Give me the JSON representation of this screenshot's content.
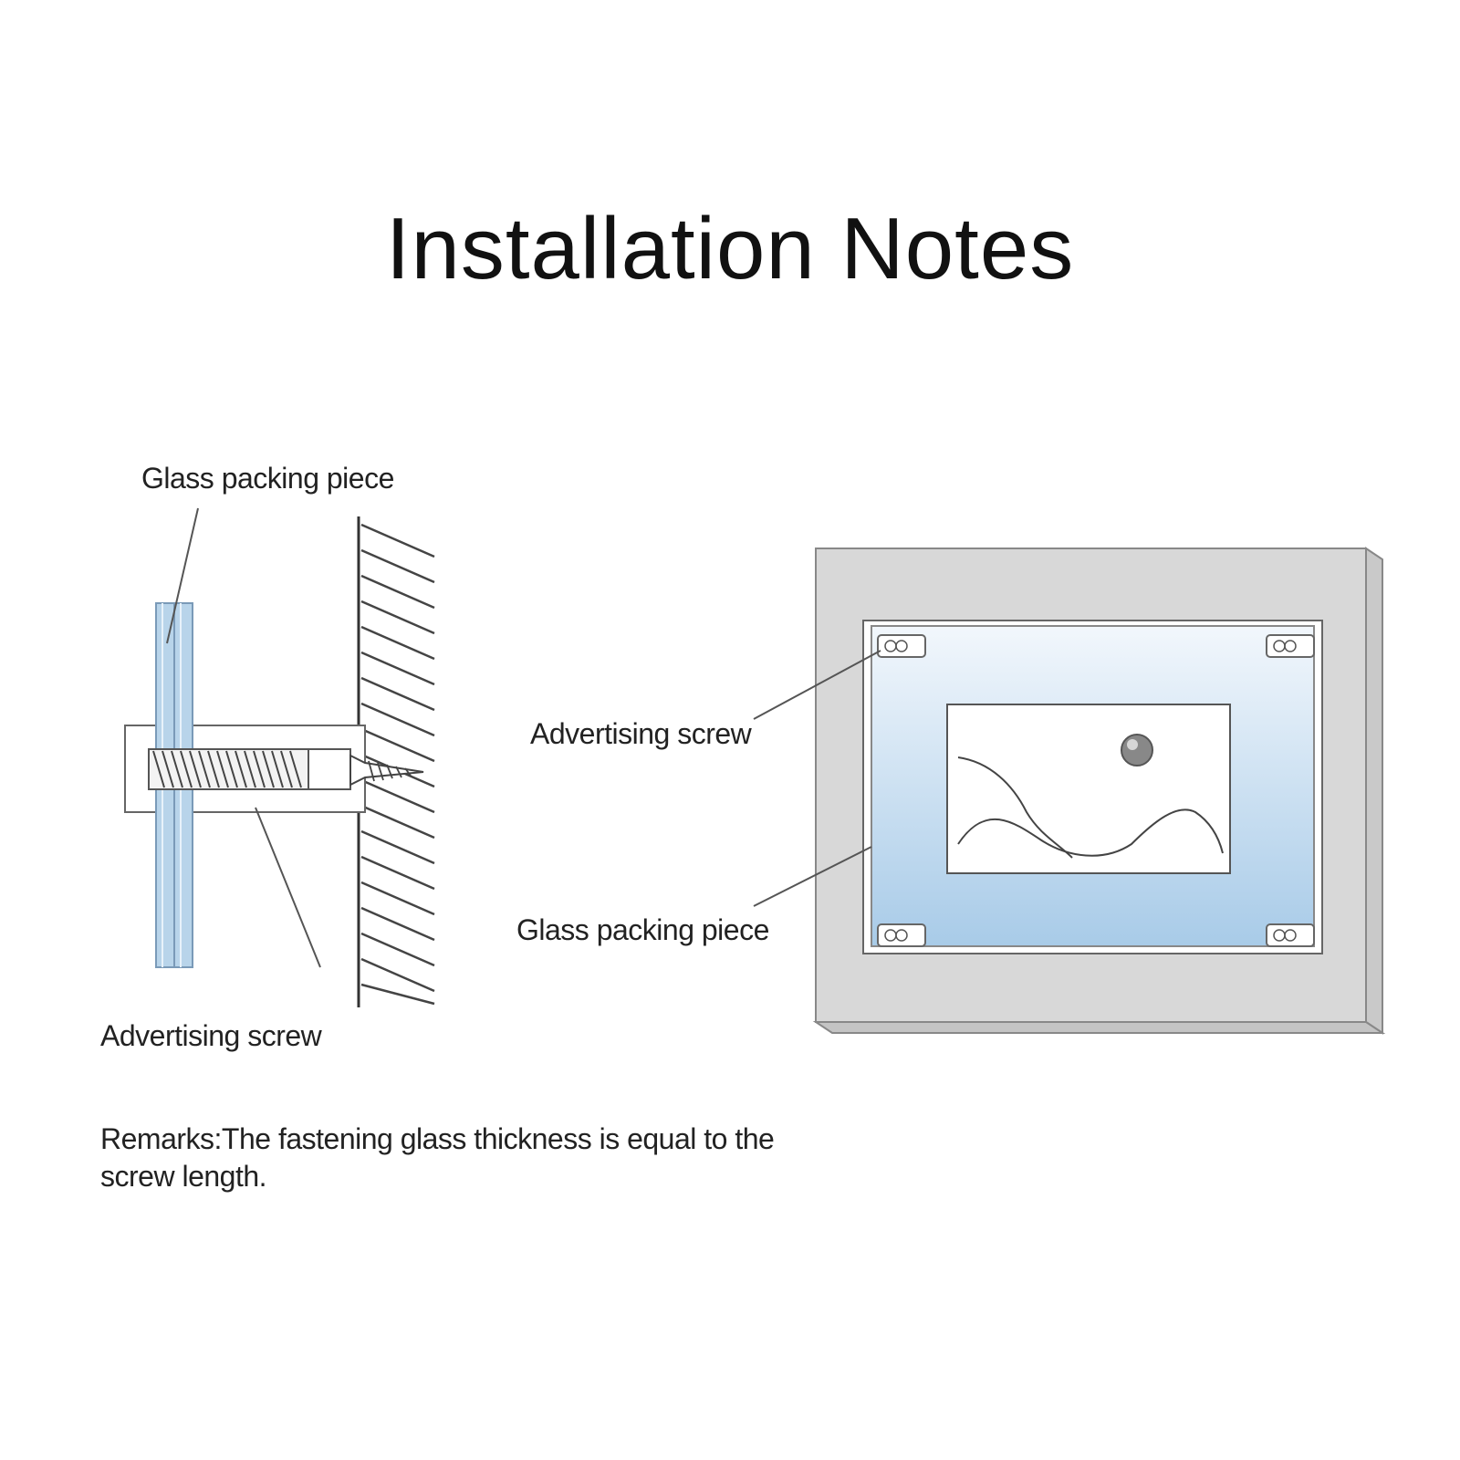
{
  "title": "Installation Notes",
  "side_view": {
    "label_top": "Glass packing piece",
    "label_bottom": "Advertising screw"
  },
  "front_view": {
    "label_screw": "Advertising screw",
    "label_glass": "Glass packing piece"
  },
  "remarks": "Remarks:The fastening glass thickness is equal to the screw length.",
  "colors": {
    "glass": "#b8d4ea",
    "glass_gradient_top": "#f2f7fc",
    "glass_gradient_bottom": "#a8cbe8",
    "frame": "#d8d8d8",
    "line": "#555555"
  }
}
